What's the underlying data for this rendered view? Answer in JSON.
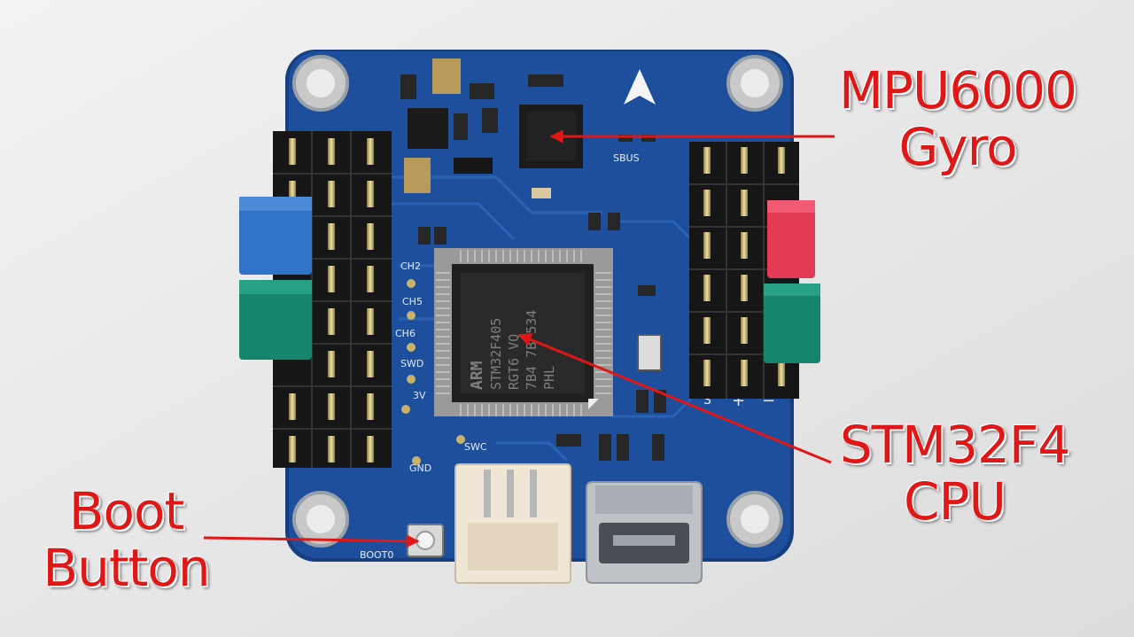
{
  "callouts": {
    "mpu": {
      "line1": "MPU6000",
      "line2": "Gyro"
    },
    "stm": {
      "line1": "STM32F4",
      "line2": "CPU"
    },
    "boot": {
      "line1": "Boot",
      "line2": "Button"
    }
  },
  "pcb_silkscreen": {
    "chip_brand": "ARM",
    "chip_part": "STM32F405",
    "chip_line3": "RGT6  VQ",
    "chip_line4": "7B4 7B 534",
    "chip_line5": "PHL",
    "sbus": "SBUS",
    "ch2": "CH2",
    "ch5": "CH5",
    "ch6": "CH6",
    "swd": "SWD",
    "v3": "3V",
    "swc": "SWC",
    "gnd": "GND",
    "boot0": "BOOT0",
    "pin_s": "S",
    "pin_plus": "+",
    "pin_minus": "−"
  },
  "colors": {
    "annotation_red": "#e01717",
    "pcb_blue": "#1d4f9c",
    "background": "#e9e9e9"
  }
}
